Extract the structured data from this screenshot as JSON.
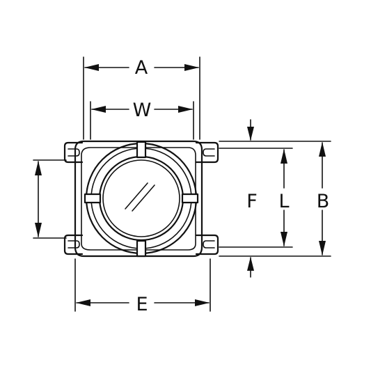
{
  "diagram": {
    "labels": {
      "A": "A",
      "W": "W",
      "E": "E",
      "F": "F",
      "L": "L",
      "B": "B"
    },
    "colors": {
      "ink": "#111111",
      "background": "#ffffff"
    }
  }
}
